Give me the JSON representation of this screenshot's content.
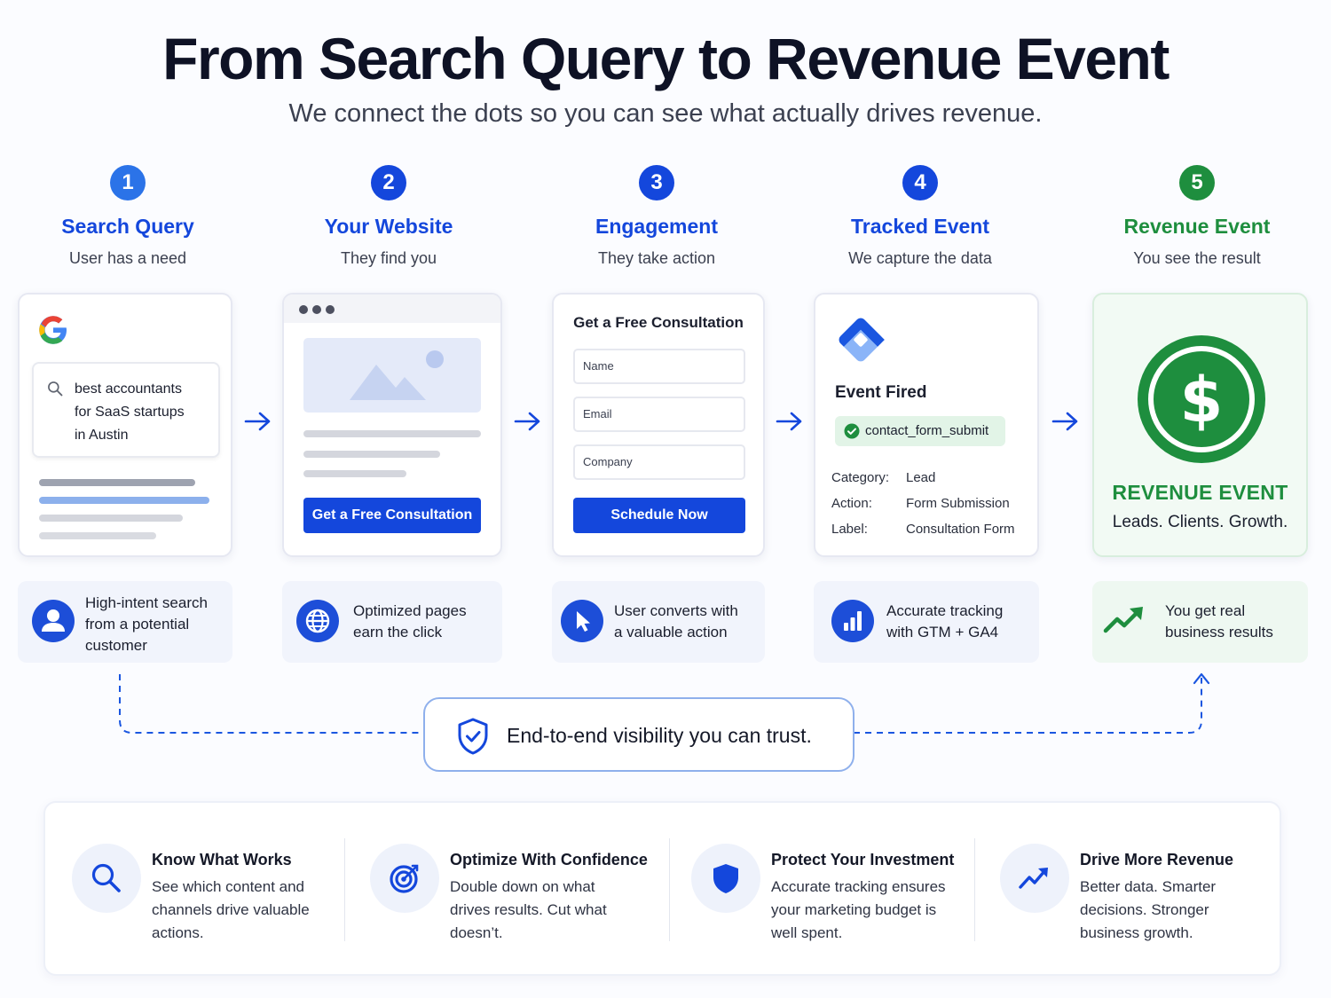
{
  "header": {
    "title": "From Search Query to Revenue Event",
    "subtitle": "We connect the dots so you can see what actually drives revenue."
  },
  "colors": {
    "blue": "#1447dc",
    "blue_light": "#3b7be8",
    "green": "#1e8e3e",
    "title_dark": "#0e1225"
  },
  "steps": [
    {
      "number": "1",
      "title": "Search Query",
      "subtitle": "User has a need"
    },
    {
      "number": "2",
      "title": "Your Website",
      "subtitle": "They find you"
    },
    {
      "number": "3",
      "title": "Engagement",
      "subtitle": "They take action"
    },
    {
      "number": "4",
      "title": "Tracked Event",
      "subtitle": "We capture the data"
    },
    {
      "number": "5",
      "title": "Revenue Event",
      "subtitle": "You see the result"
    }
  ],
  "search_card": {
    "logo": "google-g-logo",
    "query_lines": [
      "best accountants",
      "for SaaS startups",
      "in Austin"
    ]
  },
  "website_card": {
    "cta_label": "Get a Free Consultation"
  },
  "form_card": {
    "title": "Get a Free Consultation",
    "fields": [
      {
        "placeholder": "Name"
      },
      {
        "placeholder": "Email"
      },
      {
        "placeholder": "Company"
      }
    ],
    "submit_label": "Schedule Now"
  },
  "event_card": {
    "logo": "google-tag-manager-logo",
    "heading": "Event Fired",
    "event_name": "contact_form_submit",
    "details": [
      {
        "key": "Category:",
        "value": "Lead"
      },
      {
        "key": "Action:",
        "value": "Form Submission"
      },
      {
        "key": "Label:",
        "value": "Consultation Form"
      }
    ]
  },
  "revenue_card": {
    "icon": "dollar-coin-icon",
    "title": "REVENUE EVENT",
    "subtitle": "Leads. Clients. Growth."
  },
  "info_boxes": [
    {
      "icon": "user-icon",
      "lines": [
        "High-intent search",
        "from a potential",
        "customer"
      ]
    },
    {
      "icon": "globe-icon",
      "lines": [
        "Optimized pages",
        "earn the click"
      ]
    },
    {
      "icon": "cursor-icon",
      "lines": [
        "User converts with",
        "a valuable action"
      ]
    },
    {
      "icon": "bar-chart-icon",
      "lines": [
        "Accurate tracking",
        "with GTM + GA4"
      ]
    },
    {
      "icon": "trend-up-icon",
      "lines": [
        "You get real",
        "business results"
      ]
    }
  ],
  "trust_banner": {
    "icon": "shield-check-icon",
    "text": "End-to-end visibility you can trust."
  },
  "benefits": [
    {
      "icon": "search-icon",
      "title": "Know What Works",
      "lines": [
        "See which content and",
        "channels drive valuable",
        "actions."
      ]
    },
    {
      "icon": "target-icon",
      "title": "Optimize With Confidence",
      "lines": [
        "Double down on what",
        "drives results. Cut what",
        "doesn’t."
      ]
    },
    {
      "icon": "shield-icon",
      "title": "Protect Your Investment",
      "lines": [
        "Accurate tracking ensures",
        "your marketing budget is",
        "well spent."
      ]
    },
    {
      "icon": "trend-up-icon",
      "title": "Drive More Revenue",
      "lines": [
        "Better data. Smarter",
        "decisions. Stronger",
        "business growth."
      ]
    }
  ]
}
